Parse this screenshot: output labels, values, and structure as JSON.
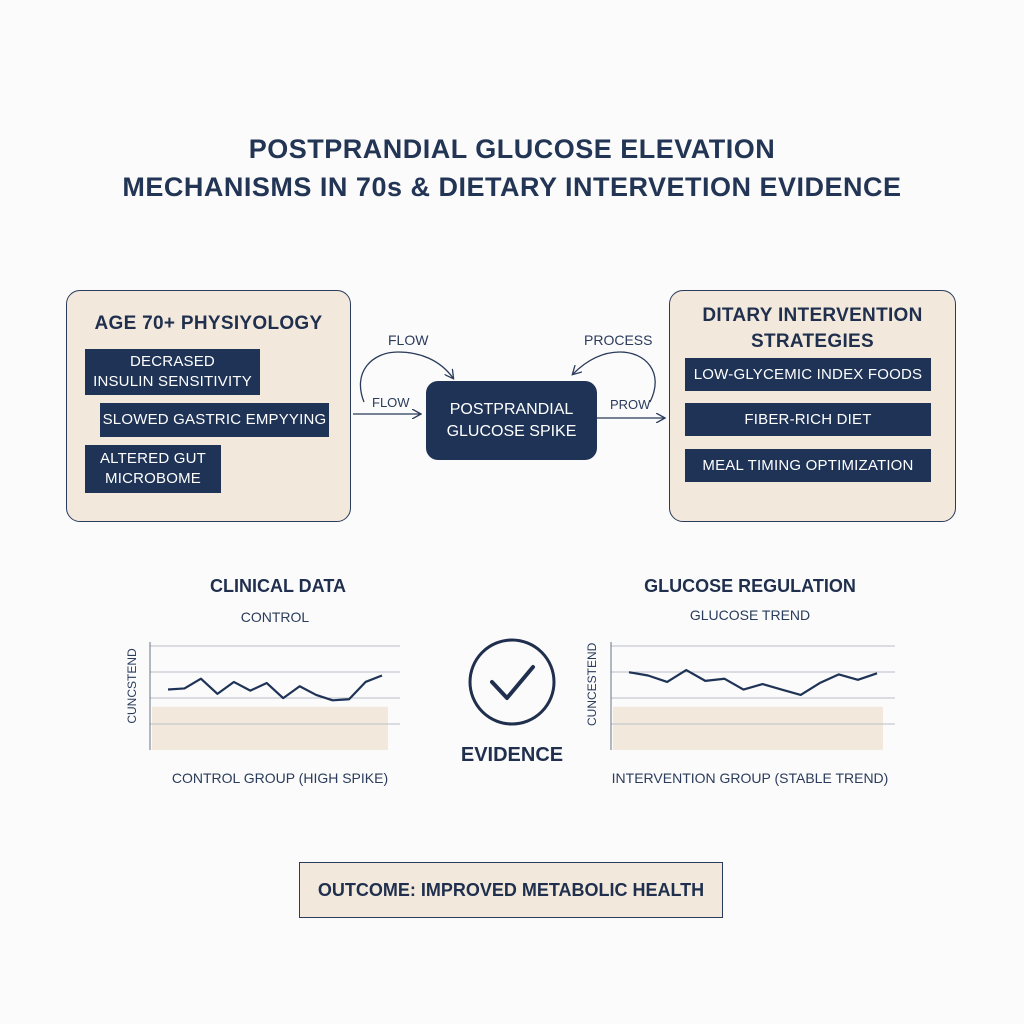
{
  "title": {
    "line1": "POSTPRANDIAL GLUCOSE ELEVATION",
    "line2": "MECHANISMS IN 70s & DIETARY INTERVETION EVIDENCE"
  },
  "left_panel": {
    "heading": "AGE 70+ PHYSIYOLOGY",
    "items": [
      {
        "line1": "DECRASED",
        "line2": "INSULIN SENSITIVITY"
      },
      {
        "line1": "SLOWED GASTRIC EMPYYING",
        "line2": ""
      },
      {
        "line1": "ALTERED GUT",
        "line2": "MICROBOME"
      }
    ]
  },
  "center_node": {
    "line1": "POSTPRANDIAL",
    "line2": "GLUCOSE SPIKE"
  },
  "connectors": {
    "top_left": "FLOW",
    "left": "FLOW",
    "top_right": "PROCESS",
    "right": "PROW"
  },
  "right_panel": {
    "heading_line1": "DITARY INTERVENTION",
    "heading_line2": "STRATEGIES",
    "items": [
      "LOW-GLYCEMIC INDEX FOODS",
      "FIBER-RICH DIET",
      "MEAL TIMING OPTIMIZATION"
    ]
  },
  "evidence_label": "EVIDENCE",
  "outcome": "OUTCOME: IMPROVED METABOLIC HEALTH",
  "chart_data": [
    {
      "type": "line",
      "title": "CLINICAL DATA",
      "subtitle": "CONTROL",
      "ylabel": "CUNCSTEND",
      "xlabel": "CONTROL GROUP (HIGH SPIKE)",
      "ylim": [
        0,
        100
      ],
      "x": [
        0,
        1,
        2,
        3,
        4,
        5,
        6,
        7,
        8,
        9,
        10,
        11,
        12,
        13
      ],
      "series": [
        {
          "values": [
            56,
            57,
            66,
            52,
            63,
            55,
            62,
            48,
            59,
            51,
            46,
            47,
            63,
            69
          ]
        }
      ],
      "band": [
        0,
        40
      ],
      "grid": true
    },
    {
      "type": "line",
      "title": "GLUCOSE REGULATION",
      "subtitle": "GLUCOSE TREND",
      "ylabel": "CUNCESTEND",
      "xlabel": "INTERVENTION GROUP (STABLE TREND)",
      "ylim": [
        0,
        100
      ],
      "x": [
        0,
        1,
        2,
        3,
        4,
        5,
        6,
        7,
        8,
        9,
        10,
        11,
        12,
        13
      ],
      "series": [
        {
          "values": [
            72,
            69,
            63,
            74,
            64,
            66,
            56,
            61,
            56,
            51,
            62,
            70,
            65,
            71
          ]
        }
      ],
      "band": [
        0,
        40
      ],
      "grid": true
    }
  ],
  "colors": {
    "navy": "#1e3356",
    "beige": "#f2e9dc",
    "line": "#2a3b5b"
  }
}
